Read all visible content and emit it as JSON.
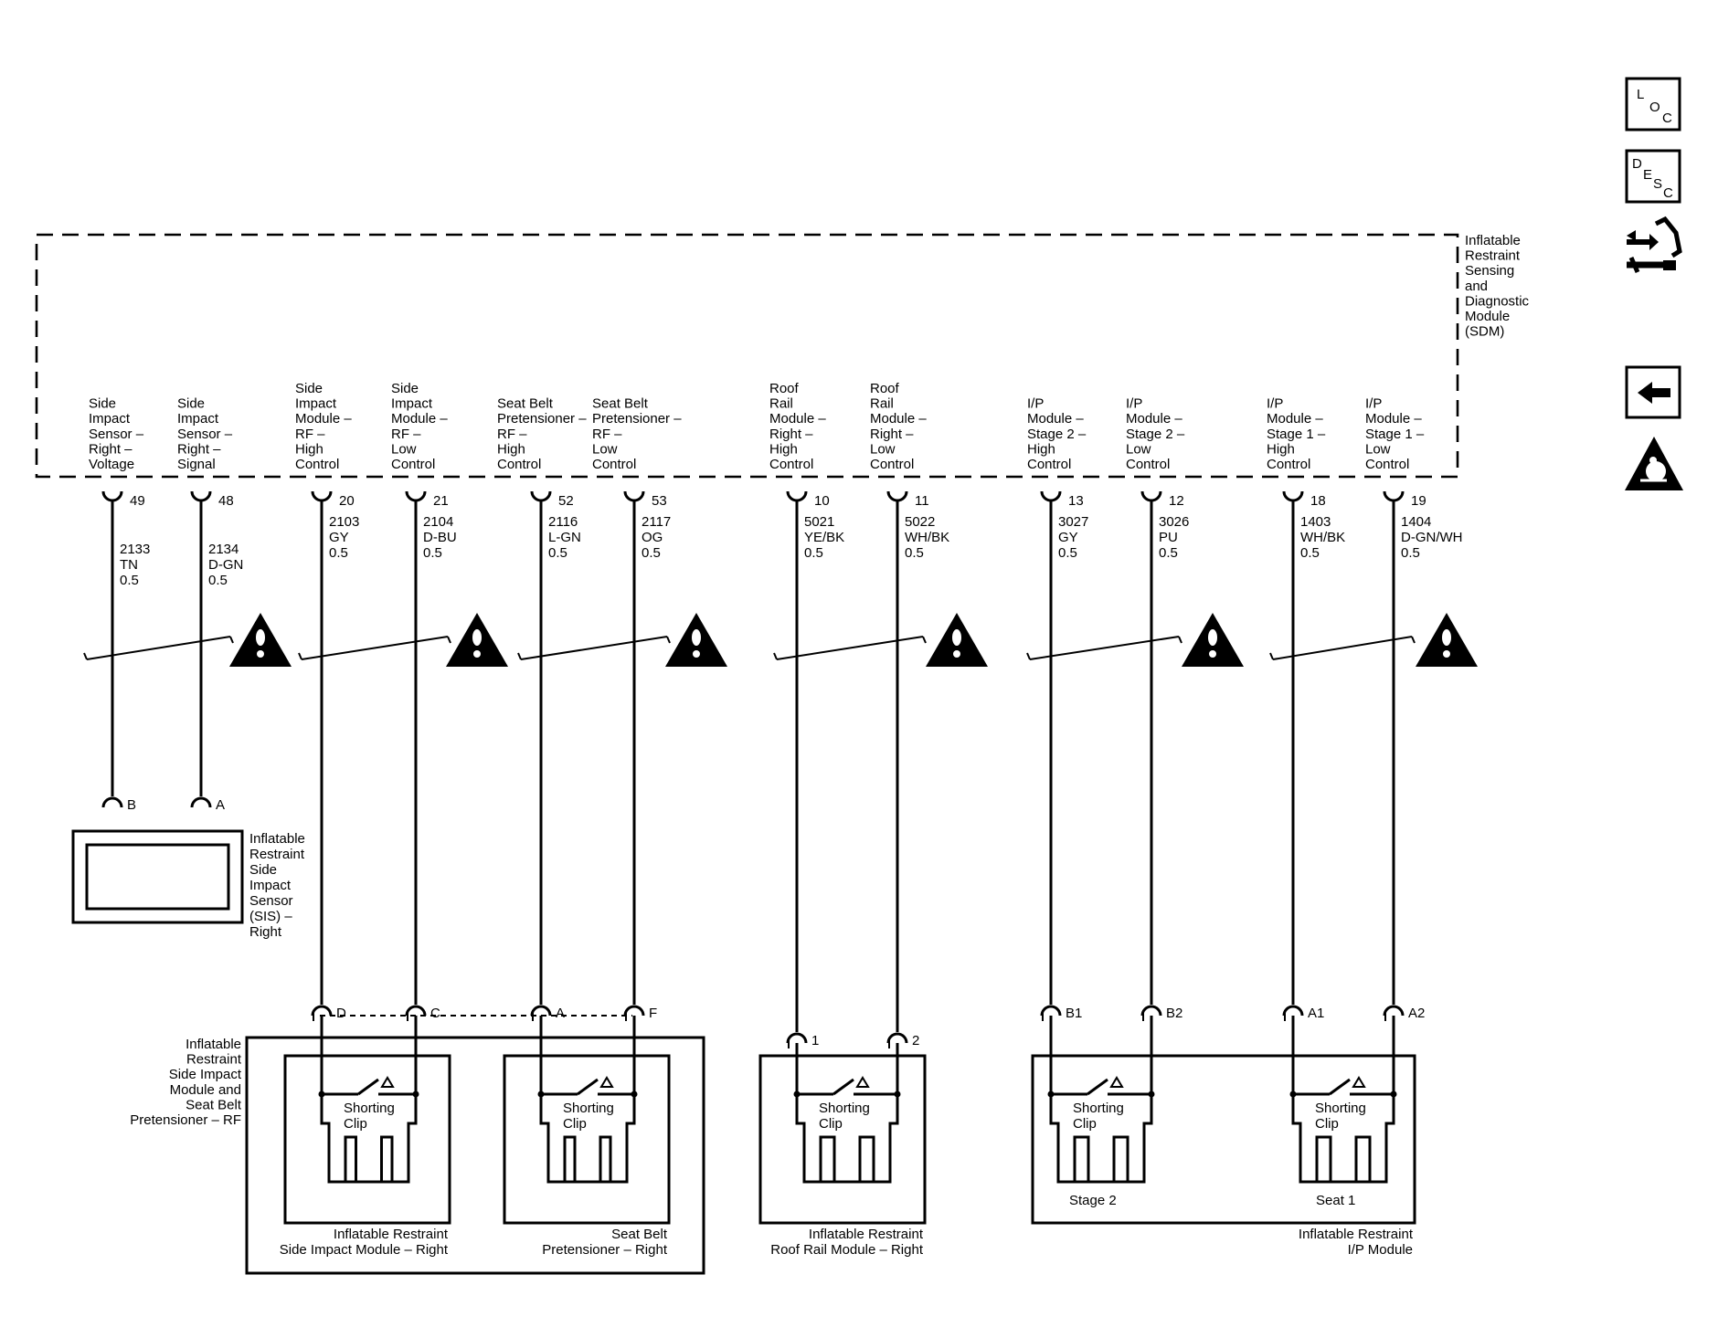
{
  "sdm": {
    "label": [
      "Inflatable",
      "Restraint",
      "Sensing",
      "and",
      "Diagnostic",
      "Module",
      "(SDM)"
    ],
    "pins": [
      {
        "label": [
          "Side",
          "Impact",
          "Sensor –",
          "Right –",
          "Voltage"
        ],
        "pin": "49",
        "circuit": "2133",
        "color": "TN",
        "gauge": "0.5"
      },
      {
        "label": [
          "Side",
          "Impact",
          "Sensor –",
          "Right –",
          "Signal"
        ],
        "pin": "48",
        "circuit": "2134",
        "color": "D-GN",
        "gauge": "0.5"
      },
      {
        "label": [
          "Side",
          "Impact",
          "Module –",
          "RF –",
          "High",
          "Control"
        ],
        "pin": "20",
        "circuit": "2103",
        "color": "GY",
        "gauge": "0.5"
      },
      {
        "label": [
          "Side",
          "Impact",
          "Module –",
          "RF –",
          "Low",
          "Control"
        ],
        "pin": "21",
        "circuit": "2104",
        "color": "D-BU",
        "gauge": "0.5"
      },
      {
        "label": [
          "Seat Belt",
          "Pretensioner –",
          "RF –",
          "High",
          "Control"
        ],
        "pin": "52",
        "circuit": "2116",
        "color": "L-GN",
        "gauge": "0.5"
      },
      {
        "label": [
          "Seat Belt",
          "Pretensioner –",
          "RF –",
          "Low",
          "Control"
        ],
        "pin": "53",
        "circuit": "2117",
        "color": "OG",
        "gauge": "0.5"
      },
      {
        "label": [
          "Roof",
          "Rail",
          "Module –",
          "Right –",
          "High",
          "Control"
        ],
        "pin": "10",
        "circuit": "5021",
        "color": "YE/BK",
        "gauge": "0.5"
      },
      {
        "label": [
          "Roof",
          "Rail",
          "Module –",
          "Right –",
          "Low",
          "Control"
        ],
        "pin": "11",
        "circuit": "5022",
        "color": "WH/BK",
        "gauge": "0.5"
      },
      {
        "label": [
          "I/P",
          "Module –",
          "Stage 2 –",
          "High",
          "Control"
        ],
        "pin": "13",
        "circuit": "3027",
        "color": "GY",
        "gauge": "0.5"
      },
      {
        "label": [
          "I/P",
          "Module –",
          "Stage 2 –",
          "Low",
          "Control"
        ],
        "pin": "12",
        "circuit": "3026",
        "color": "PU",
        "gauge": "0.5"
      },
      {
        "label": [
          "I/P",
          "Module –",
          "Stage 1 –",
          "High",
          "Control"
        ],
        "pin": "18",
        "circuit": "1403",
        "color": "WH/BK",
        "gauge": "0.5"
      },
      {
        "label": [
          "I/P",
          "Module –",
          "Stage 1 –",
          "Low",
          "Control"
        ],
        "pin": "19",
        "circuit": "1404",
        "color": "D-GN/WH",
        "gauge": "0.5"
      }
    ]
  },
  "bottom_pins": [
    "B",
    "A",
    "D",
    "C",
    "A",
    "F",
    "1",
    "2",
    "B1",
    "B2",
    "A1",
    "A2"
  ],
  "sis": {
    "label": [
      "Inflatable",
      "Restraint",
      "Side",
      "Impact",
      "Sensor",
      "(SIS) –",
      "Right"
    ]
  },
  "side_impact_group": {
    "label": [
      "Inflatable",
      "Restraint",
      "Side Impact",
      "Module and",
      "Seat Belt",
      "Pretensioner – RF"
    ]
  },
  "components": [
    {
      "clip": [
        "Shorting",
        "Clip"
      ],
      "caption": [
        "Inflatable Restraint",
        "Side Impact Module – Right"
      ]
    },
    {
      "clip": [
        "Shorting",
        "Clip"
      ],
      "caption": [
        "Seat Belt",
        "Pretensioner – Right"
      ]
    },
    {
      "clip": [
        "Shorting",
        "Clip"
      ],
      "caption": [
        "Inflatable Restraint",
        "Roof Rail Module – Right"
      ]
    },
    {
      "clip": [
        "Shorting",
        "Clip"
      ],
      "sub": "Stage 2"
    },
    {
      "clip": [
        "Shorting",
        "Clip"
      ],
      "sub": "Seat 1"
    }
  ],
  "ip_module": {
    "caption": [
      "Inflatable Restraint",
      "I/P Module"
    ]
  },
  "toolbar": {
    "loc": [
      "L",
      "O",
      "C"
    ],
    "desc": [
      "D",
      "E",
      "S",
      "C"
    ]
  },
  "icons": [
    "loc-button-icon",
    "desc-button-icon",
    "connector-view-icon",
    "back-arrow-icon",
    "airbag-warning-icon",
    "caution-triangle-icon",
    "splice-break-icon"
  ]
}
